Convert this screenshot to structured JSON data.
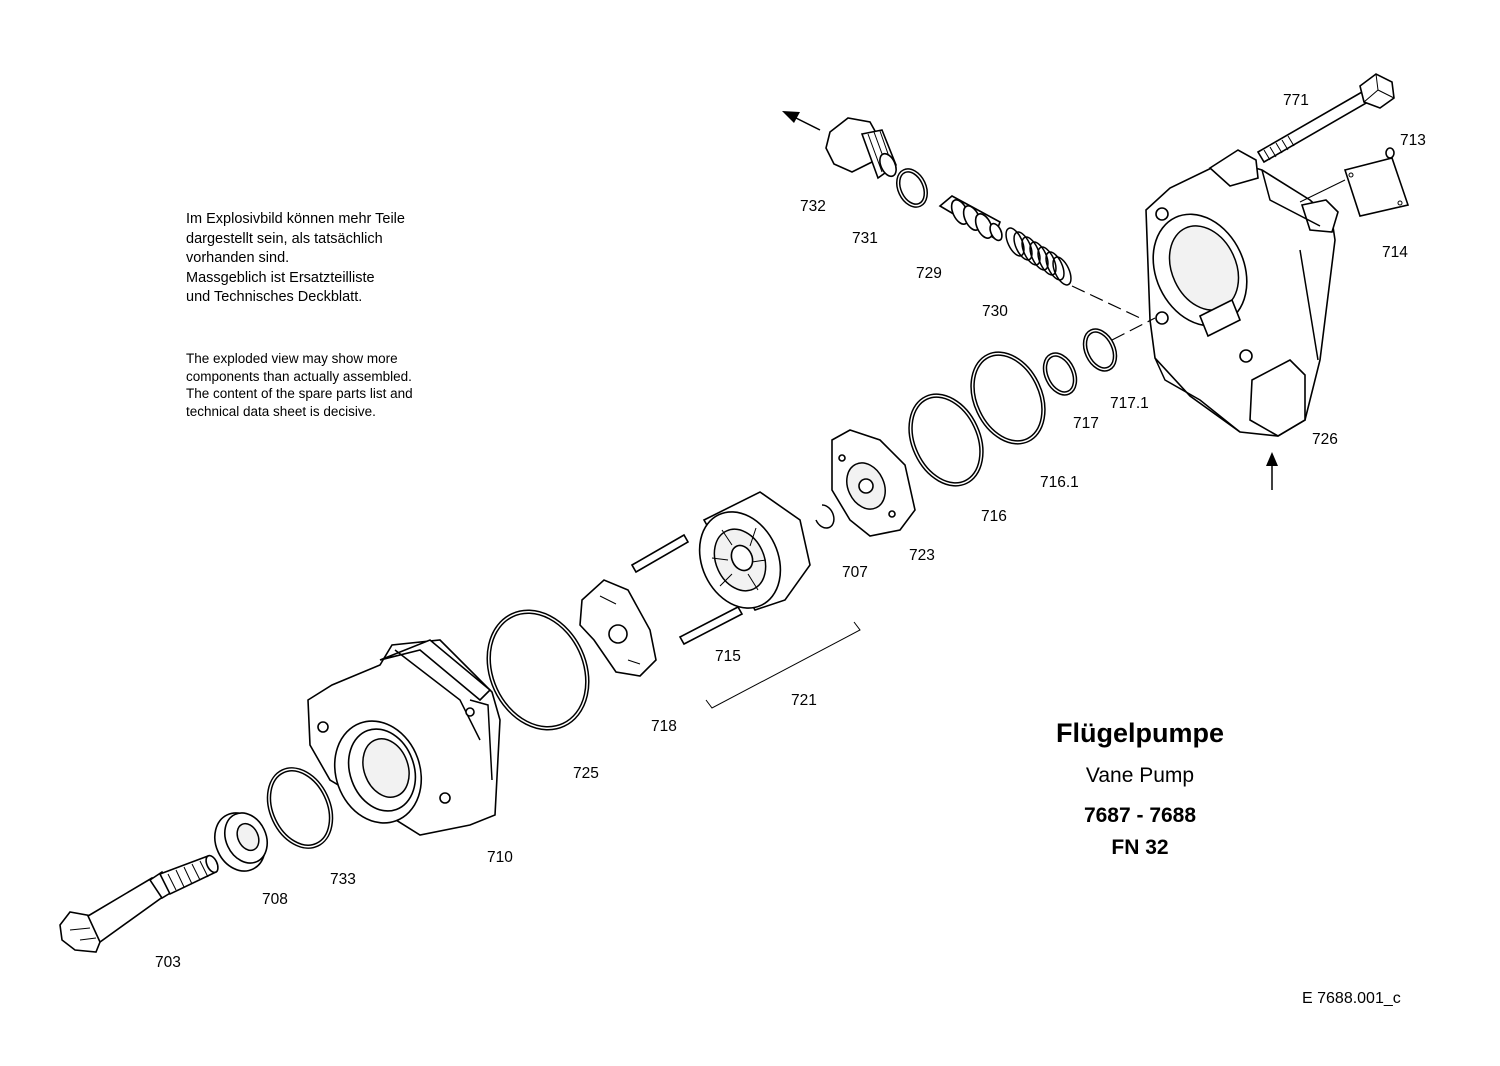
{
  "notes": {
    "german": [
      "Im Explosivbild können mehr Teile",
      "dargestellt sein, als tatsächlich",
      "vorhanden sind.",
      "Massgeblich ist Ersatzteilliste",
      "und Technisches Deckblatt."
    ],
    "english": [
      "The exploded view may show more",
      "components than actually assembled.",
      "The content of the spare parts list and",
      "technical data sheet is decisive."
    ]
  },
  "title": {
    "main": "Flügelpumpe",
    "sub": "Vane Pump",
    "range": "7687 - 7688",
    "fn": "FN 32"
  },
  "drawing_number": "E  7688.001_c",
  "parts": {
    "p703": "703",
    "p708": "708",
    "p733": "733",
    "p710": "710",
    "p725": "725",
    "p718": "718",
    "p715": "715",
    "p721": "721",
    "p707": "707",
    "p723": "723",
    "p716": "716",
    "p716_1": "716.1",
    "p717": "717",
    "p717_1": "717.1",
    "p726": "726",
    "p714": "714",
    "p713": "713",
    "p771": "771",
    "p732": "732",
    "p731": "731",
    "p729": "729",
    "p730": "730"
  }
}
